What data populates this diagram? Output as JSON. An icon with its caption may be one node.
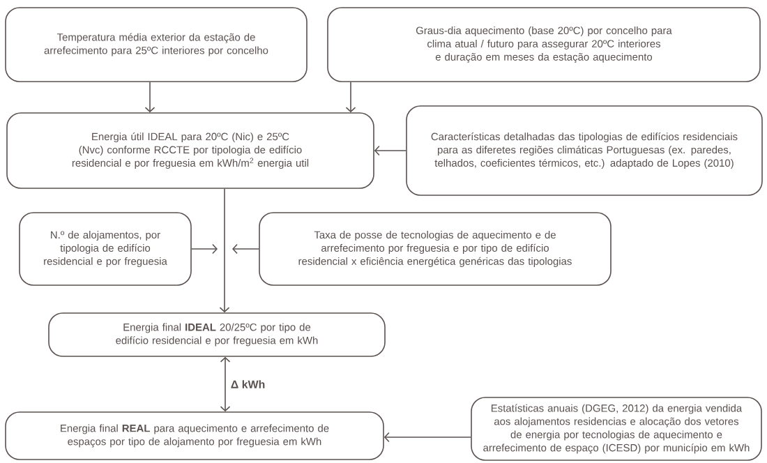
{
  "diagram": {
    "nodes": [
      {
        "text": [
          "Temperatura média exterior da estação de arrefecimento para 25ºC interiores por concelho"
        ]
      },
      {
        "text": [
          "Graus-dia aquecimento (base 20ºC) por concelho para clima atual / futuro para assegurar 20ºC interiores e duração em meses da estação aquecimento"
        ]
      },
      {
        "text": [
          "Energia útil IDEAL para 20ºC (Nic) e 25ºC (Nvc) conforme RCCTE por tipologia de edifício residencial e por freguesia em kWh/m$^{2}$ energia util"
        ]
      },
      {
        "text": [
          "Características detalhadas das tipologias de edifícios residenciais para as diferetes regiões climáticas Portuguesas (ex. paredes, telhados, coeficientes térmicos, etc.) adaptado de Lopes (2010)"
        ]
      },
      {
        "text": [
          "N.º de alojamentos, por tipologia de edifício residencial e por freguesia"
        ]
      },
      {
        "text": [
          "Taxa de posse de tecnologias de aquecimento e de arrefecimento por freguesia e por tipo de edifício residencial x eficiência energética genéricas das tipologias"
        ]
      },
      {
        "text": [
          "Energia final **IDEAL** 20/25ºC por tipo de edifício residencial e por freguesia em kWh"
        ]
      },
      {
        "text": [
          "Energia final **REAL** para aquecimento e arrefecimento de espaços por tipo de alojamento por freguesia em kWh"
        ]
      },
      {
        "text": [
          "Estatísticas anuais (DGEG, 2012) da energia vendida aos alojamentos residencias e alocação dos vetores de energia por tecnologias de aquecimento e arrefecimento de espaço (ICESD) por município em kWh"
        ]
      }
    ],
    "edges": [
      {
        "from": 0,
        "to": 2,
        "arrow": "to"
      },
      {
        "from": 1,
        "to": 2,
        "arrow": "to"
      },
      {
        "from": 3,
        "to": 2,
        "arrow": "to"
      },
      {
        "from": 2,
        "to": 6,
        "arrow": "to"
      },
      {
        "from": 4,
        "to": null,
        "arrow": "to"
      },
      {
        "from": 5,
        "to": null,
        "arrow": "to"
      },
      {
        "from": 6,
        "to": 7,
        "label": "Δ kWh",
        "arrow": "both"
      },
      {
        "from": 8,
        "to": 7,
        "arrow": "to"
      }
    ]
  }
}
